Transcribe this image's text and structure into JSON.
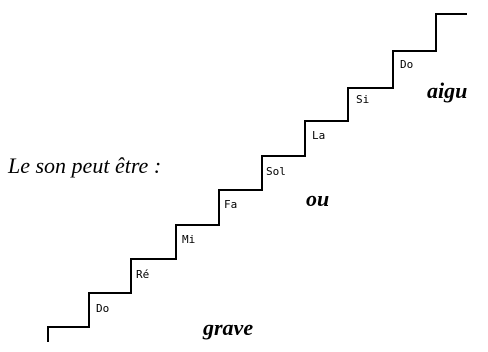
{
  "intro_text": "Le son peut être  :",
  "notes": [
    "Do",
    "Ré",
    "Mi",
    "Fa",
    "Sol",
    "La",
    "Si",
    "Do"
  ],
  "labels": {
    "high": "aigu",
    "or": "ou",
    "low": "grave"
  },
  "colors": {
    "ink": "#000000",
    "background": "#ffffff"
  }
}
